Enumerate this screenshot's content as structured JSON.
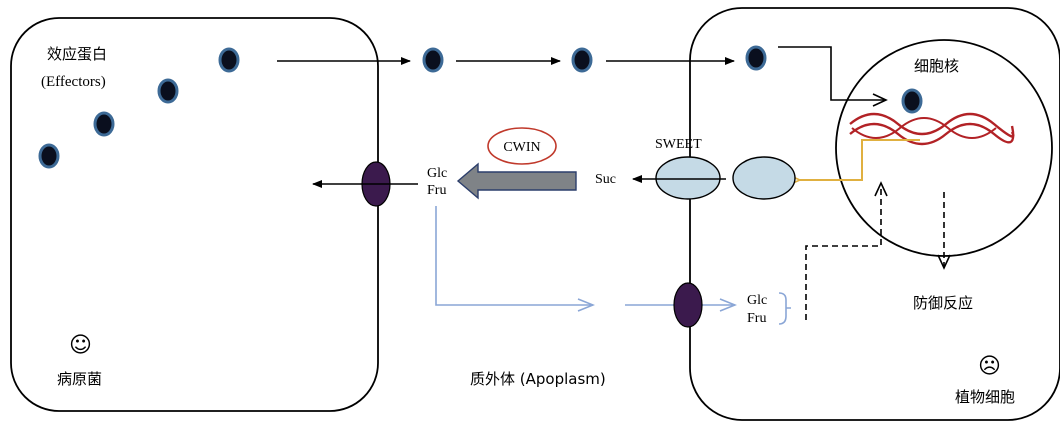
{
  "pathogen": {
    "effectors_label_cn": "效应蛋白",
    "effectors_label_en": "(Effectors)",
    "smiley_glyph": "☺",
    "name": "病原菌",
    "glc_label": "Glc",
    "fru_label": "Fru"
  },
  "apoplasm": {
    "label": "质外体 (Apoplasm)",
    "cwin_label": "CWIN",
    "suc_label": "Suc",
    "sweet_label": "SWEET"
  },
  "plant_cell": {
    "nucleus_label": "细胞核",
    "defense_label": "防御反应",
    "frown_glyph": "☹",
    "name": "植物细胞",
    "glc_label": "Glc",
    "fru_label": "Fru"
  },
  "colors": {
    "effector_fill": "#0a0f1e",
    "effector_ring": "#3d6a96",
    "hexose_transporter": "#3b1a4d",
    "sweet_transporter": "#c5dae6",
    "cwin_outline": "#c0392b",
    "cwin_arrow": "#7f8387",
    "hexose_flow": "#8aa6d6",
    "signal_yellow": "#e0b040",
    "dna": "#b22226"
  },
  "icons": [
    "effector-dot",
    "transporter-oval",
    "dna-helix",
    "smiley-icon",
    "frown-icon"
  ]
}
